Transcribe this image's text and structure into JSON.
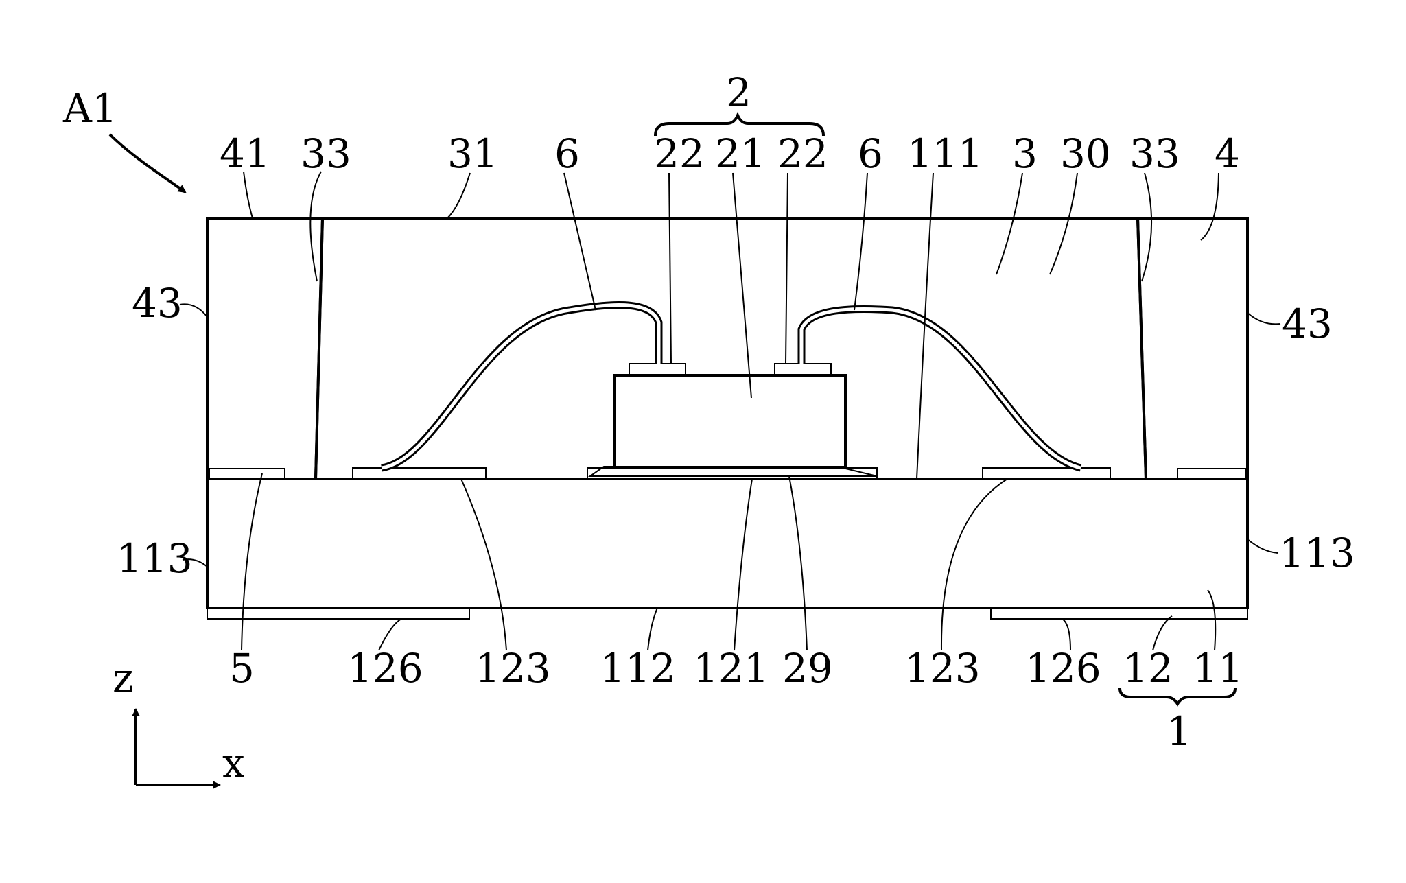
{
  "figure": {
    "assembly_label": "A1",
    "labels": {
      "l2": "2",
      "l41": "41",
      "l33a": "33",
      "l31": "31",
      "l6a": "6",
      "l22a": "22",
      "l21": "21",
      "l22b": "22",
      "l6b": "6",
      "l111": "111",
      "l3": "3",
      "l30": "30",
      "l33b": "33",
      "l4": "4",
      "l43a": "43",
      "l43b": "43",
      "l113a": "113",
      "l113b": "113",
      "l5": "5",
      "l126a": "126",
      "l123a": "123",
      "l112": "112",
      "l121": "121",
      "l29": "29",
      "l123b": "123",
      "l126b": "126",
      "l12": "12",
      "l11": "11",
      "l1": "1"
    },
    "axes": {
      "z": "z",
      "x": "x"
    }
  }
}
